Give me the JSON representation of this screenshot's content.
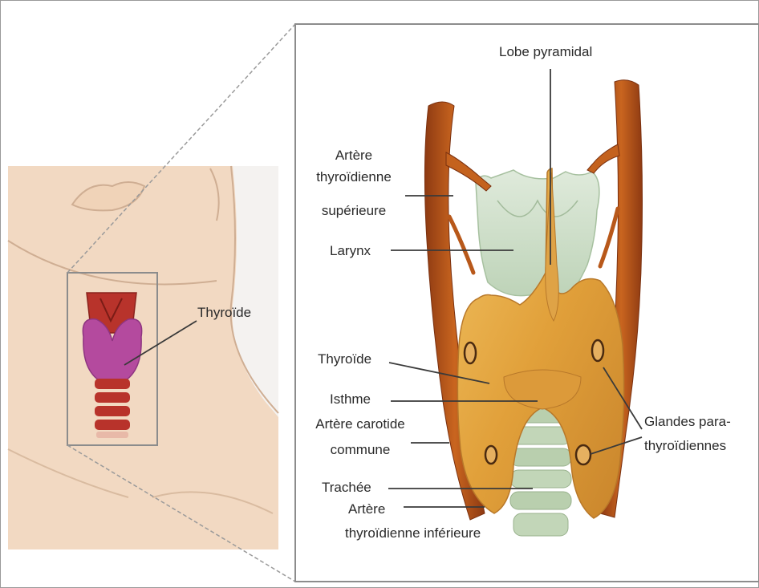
{
  "labels": {
    "overview_thyroid": "Thyroïde",
    "lobe_pyramidal": "Lobe pyramidal",
    "superior_artery_1": "Artère",
    "superior_artery_2": "thyroïdienne",
    "superior_artery_3": "supérieure",
    "larynx": "Larynx",
    "thyroid": "Thyroïde",
    "isthmus": "Isthme",
    "carotid_1": "Artère carotide",
    "carotid_2": "commune",
    "trachea": "Trachée",
    "inferior_artery_1": "Artère",
    "inferior_artery_2": "thyroïdienne inférieure",
    "parathyroid_1": "Glandes para-",
    "parathyroid_2": "thyroïdiennes"
  },
  "colors": {
    "skin": "#f2d9c2",
    "skin_line": "#cfae93",
    "thyroid_overview": "#b44a9e",
    "cartilage_red": "#b8332b",
    "artery": "#b8581a",
    "gland": "#e2a23c",
    "larynx_green": "#cfe0cc",
    "trachea_green": "#b9cfae",
    "panel_border": "#8c8c8c",
    "leader_line": "#3a3a3a"
  }
}
